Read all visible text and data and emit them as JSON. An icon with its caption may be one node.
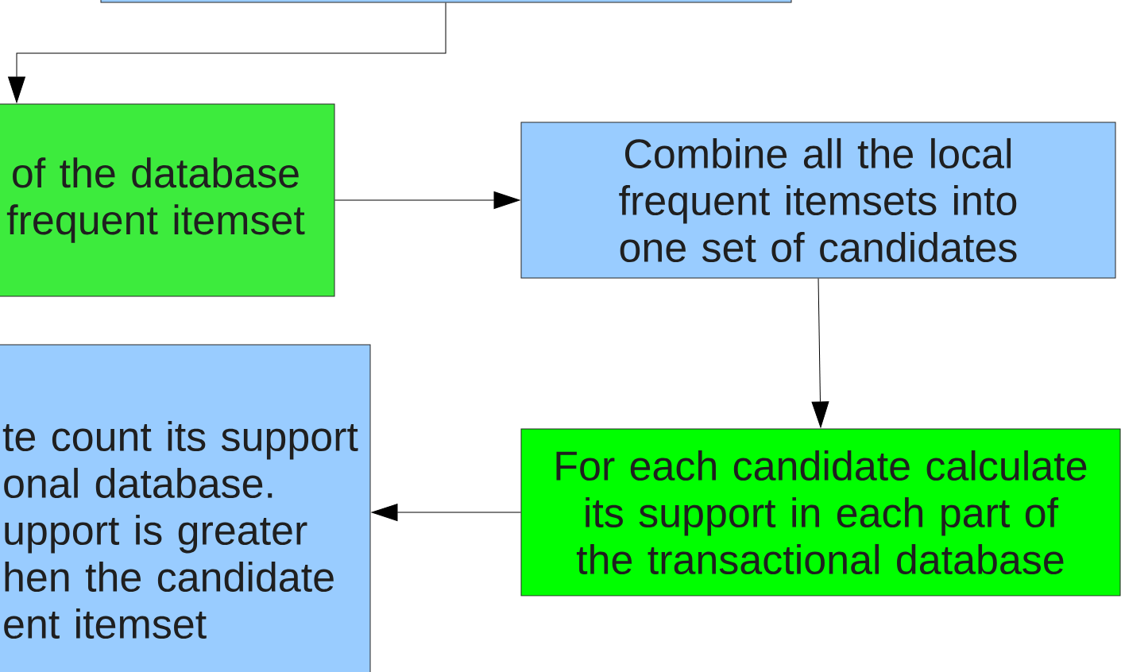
{
  "diagram": {
    "nodes": [
      {
        "text": [],
        "shape": "box"
      },
      {
        "text": [
          "of the database frequent itemset"
        ]
      },
      {
        "text": [
          "Combine all the local frequent itemsets into one set of candidates"
        ]
      },
      {
        "text": [
          "For each candidate calculate its support  in each part of the transactional database"
        ]
      },
      {
        "text": [
          "te count its support onal database. upport is greater hen the candidate ent itemset"
        ]
      }
    ],
    "edges": [
      {
        "from": 0,
        "to": 1,
        "arrow": "to"
      },
      {
        "from": 1,
        "to": 2,
        "arrow": "to"
      },
      {
        "from": 2,
        "to": 3,
        "arrow": "to"
      },
      {
        "from": 3,
        "to": 4,
        "arrow": "to"
      }
    ]
  }
}
